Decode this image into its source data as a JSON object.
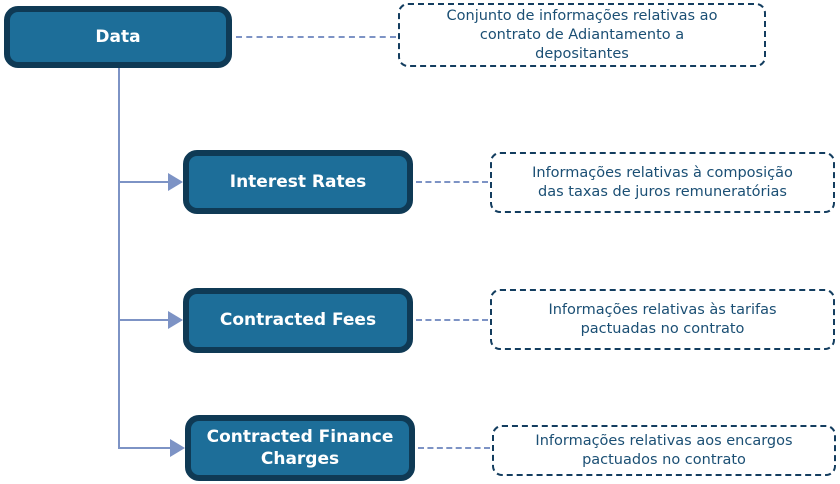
{
  "diagram": {
    "root": {
      "label": "Data",
      "annotation_lines": [
        "Conjunto de informações relativas ao",
        "contrato de Adiantamento a",
        "depositantes"
      ]
    },
    "children": [
      {
        "label": "Interest Rates",
        "annotation_lines": [
          "Informações relativas à composição",
          "das taxas de juros remuneratórias"
        ]
      },
      {
        "label": "Contracted Fees",
        "annotation_lines": [
          "Informações relativas às tarifas",
          "pactuadas no contrato"
        ]
      },
      {
        "label": "Contracted Finance Charges",
        "annotation_lines": [
          "Informações relativas aos encargos",
          "pactuados no contrato"
        ]
      }
    ],
    "colors": {
      "node_fill": "#1d6e99",
      "node_border": "#0f3a55",
      "node_text": "#ffffff",
      "annotation_text": "#1b4f74",
      "annotation_border": "#133d5f",
      "connector": "#7d93c5",
      "background": "#ffffff"
    }
  }
}
